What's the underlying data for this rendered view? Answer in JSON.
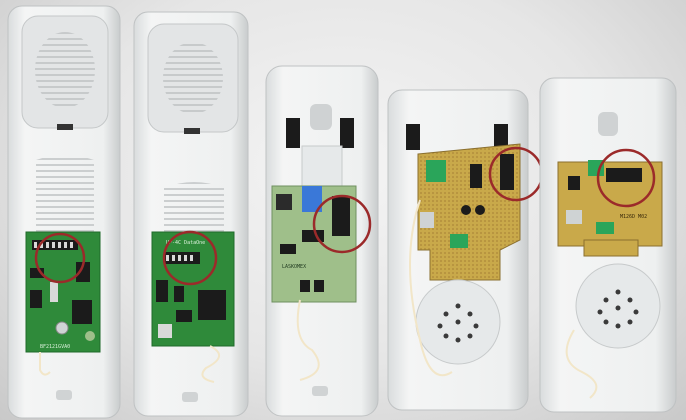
{
  "colors": {
    "background": "#e6e6e6",
    "housing": "#eef0f0",
    "housing_shadow": "#c8cbcc",
    "pcb_green": "#2f8a3a",
    "pcb_green_dark": "#1f6a2a",
    "pcb_yellow": "#c9a94a",
    "pcb_light_green": "#9fbf8a",
    "terminal_green": "#2aa55a",
    "circle_red": "#9b2a2a",
    "chip_black": "#1b1b1b",
    "blue_part": "#3a78d8"
  },
  "units": [
    {
      "name": "handset-1",
      "board_label": "BF2121GVA0"
    },
    {
      "name": "handset-2",
      "board_label": "UP-4C DataOne"
    },
    {
      "name": "handset-3",
      "board_label": "LASKOMEX"
    },
    {
      "name": "handset-4",
      "board_label": ""
    },
    {
      "name": "handset-5",
      "board_label": "M126D M02"
    }
  ]
}
